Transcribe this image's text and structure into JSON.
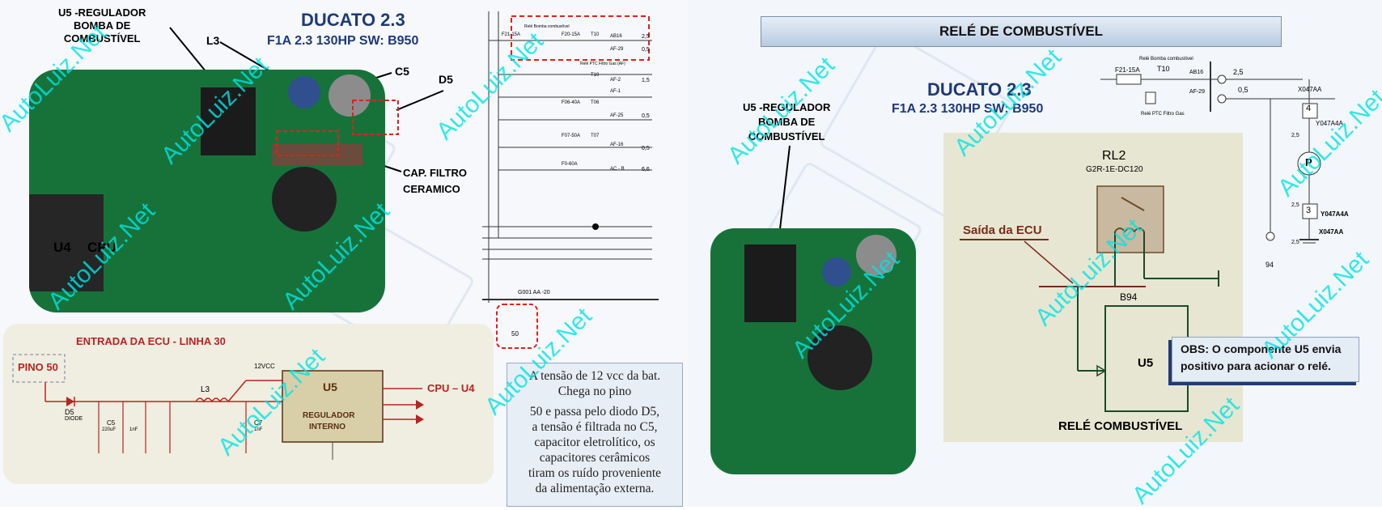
{
  "left": {
    "title": "DUCATO 2.3",
    "subtitle": "F1A 2.3  130HP SW: B950",
    "labels": {
      "u5_regulador_l1": "U5 -REGULADOR",
      "u5_regulador_l2": "BOMBA DE",
      "u5_regulador_l3": "COMBUSTÍVEL",
      "l3": "L3",
      "c5": "C5",
      "d5": "D5",
      "cap_filtro_l1": "CAP. FILTRO",
      "cap_filtro_l2": "CERAMICO",
      "u4": "U4",
      "cpu": "CPU"
    },
    "schematic": {
      "title": "ENTRADA DA ECU - LINHA 30",
      "pino": "PINO 50",
      "d5": "D5",
      "diode": "DIODE",
      "l3": "L3",
      "voltage": "12VCC",
      "u5": "U5",
      "regulador_l1": "REGULADOR",
      "regulador_l2": "INTERNO",
      "cpu_u4": "CPU – U4",
      "c5": "C5",
      "c5_value": "220uF",
      "c7": "C7",
      "c7_value": "1nF",
      "cap_value": "1nF"
    },
    "note_lines": [
      "A tensão de 12 vcc da bat.",
      "Chega no pino",
      "50 e passa pelo  diodo D5,",
      "a tensão é filtrada no  C5,",
      "capacitor eletrolítico,   os",
      "capacitores cerâmicos",
      "tiram os  ruído proveniente",
      "da alimentação externa."
    ],
    "wiring": {
      "fuses": [
        "F21-15A",
        "F20-15A",
        "F06-40A",
        "F07-50A",
        "F0-60A"
      ],
      "relays": [
        "T10",
        "T10",
        "T06",
        "T07"
      ],
      "pins": [
        "AB16",
        "AF-29",
        "AF-2",
        "AF-25",
        "AF-16",
        "AF-1",
        "AC - B"
      ],
      "gauges": [
        "2,5",
        "0,5",
        "1,5",
        "0,5",
        "0,5",
        "6,6"
      ],
      "bottom_pin": "50",
      "ground_label": "G001 AA -20",
      "relay_caption": "Relé Bomba combustível",
      "relay_caption2": "Relé PTC Filtro Gas (AF)"
    }
  },
  "right": {
    "banner": "RELÉ DE COMBUSTÍVEL",
    "title": "DUCATO 2.3",
    "subtitle": "F1A 2.3  130HP SW: B950",
    "u5_label_l1": "U5 -REGULADOR",
    "u5_label_l2": "BOMBA DE",
    "u5_label_l3": "COMBUSTÍVEL",
    "relay_name": "RL2",
    "relay_model": "G2R-1E-DC120",
    "saida_ecu": "Saída da ECU",
    "b94": "B94",
    "u5": "U5",
    "rele_combustivel": "RELÉ COMBUSTÍVEL",
    "obs_line1": "OBS: O componente U5 envia",
    "obs_line2": "positivo para acionar o relé.",
    "wiring": {
      "fuse": "F21-15A",
      "relay": "T10",
      "relay_caption": "Relé Bomba combustível",
      "pin_ab16": "AB16",
      "pin_af29": "AF-29",
      "gauge_top": "2,5",
      "gauge_mid": "0,5",
      "caption2": "Relé PTC Filtro Gas",
      "conn1": "X047AA",
      "conn1_num": "4",
      "conn2": "Y047A4A",
      "pump": "P",
      "gauge_v1": "2,5",
      "gauge_v2": "2,5",
      "gauge_v3": "2,5",
      "conn3": "Y047A4A",
      "conn3_num": "3",
      "conn4": "X047AA",
      "ground_num": "94"
    }
  },
  "watermark": "AutoLuiz.Net",
  "colors": {
    "accent": "#1f3a78",
    "pcb": "#17723a",
    "watermark": "#00e5e5",
    "highlight": "#e0201c"
  }
}
